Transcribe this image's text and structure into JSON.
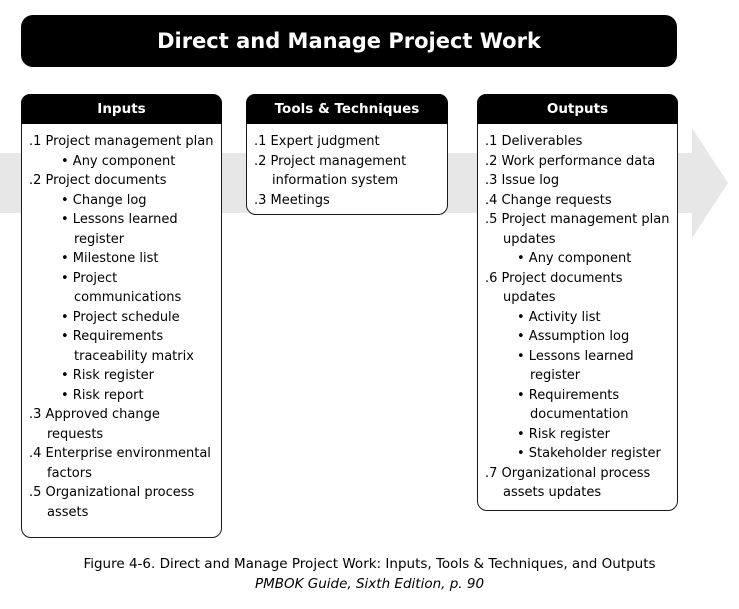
{
  "title": "Direct and Manage Project Work",
  "colors": {
    "arrow": "#e8e7e7",
    "header_bg": "#000000",
    "header_text": "#ffffff",
    "box_border": "#1a1a1a"
  },
  "columns": {
    "inputs": {
      "header": "Inputs",
      "items": [
        {
          "num": ".1",
          "text": "Project management plan",
          "bullets": [
            "Any component"
          ]
        },
        {
          "num": ".2",
          "text": "Project documents",
          "bullets": [
            "Change log",
            "Lessons learned register",
            "Milestone list",
            "Project communications",
            "Project schedule",
            "Requirements traceability matrix",
            "Risk register",
            "Risk report"
          ]
        },
        {
          "num": ".3",
          "text": "Approved change requests",
          "bullets": []
        },
        {
          "num": ".4",
          "text": "Enterprise environmental factors",
          "bullets": []
        },
        {
          "num": ".5",
          "text": "Organizational process assets",
          "bullets": []
        }
      ]
    },
    "tools": {
      "header": "Tools & Techniques",
      "items": [
        {
          "num": ".1",
          "text": "Expert judgment",
          "bullets": []
        },
        {
          "num": ".2",
          "text": "Project management information system",
          "bullets": []
        },
        {
          "num": ".3",
          "text": "Meetings",
          "bullets": []
        }
      ]
    },
    "outputs": {
      "header": "Outputs",
      "items": [
        {
          "num": ".1",
          "text": "Deliverables",
          "bullets": []
        },
        {
          "num": ".2",
          "text": "Work performance data",
          "bullets": []
        },
        {
          "num": ".3",
          "text": "Issue log",
          "bullets": []
        },
        {
          "num": ".4",
          "text": "Change requests",
          "bullets": []
        },
        {
          "num": ".5",
          "text": "Project management plan updates",
          "bullets": [
            "Any component"
          ]
        },
        {
          "num": ".6",
          "text": "Project documents updates",
          "bullets": [
            "Activity list",
            "Assumption log",
            "Lessons learned register",
            "Requirements documentation",
            "Risk register",
            "Stakeholder register"
          ]
        },
        {
          "num": ".7",
          "text": "Organizational process assets updates",
          "bullets": []
        }
      ]
    }
  },
  "caption": {
    "figure_line": "Figure 4-6. Direct and Manage Project Work: Inputs, Tools & Techniques, and Outputs",
    "source_line": "PMBOK Guide, Sixth Edition, p. 90"
  },
  "bullet_glyph": "•"
}
